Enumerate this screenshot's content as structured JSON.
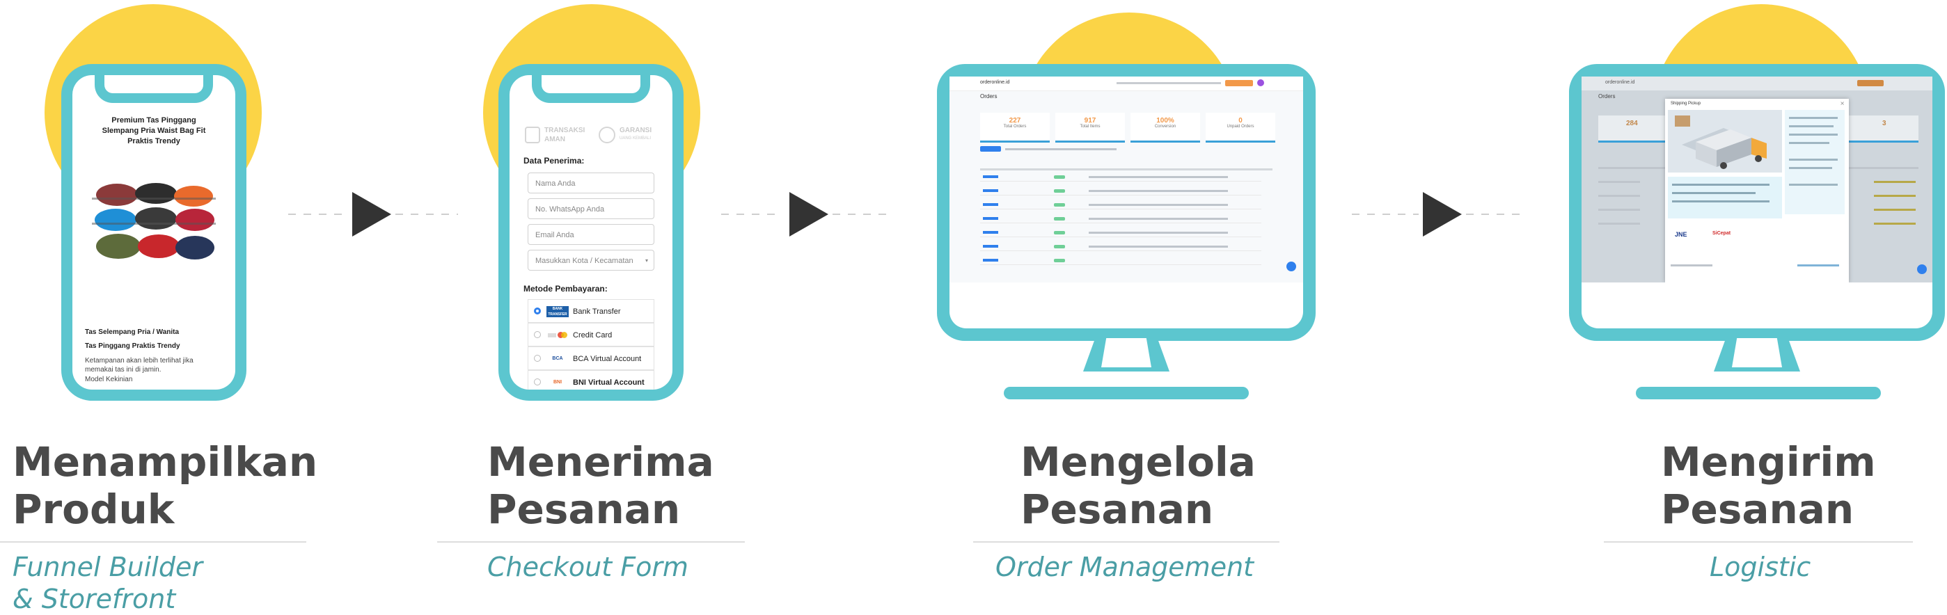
{
  "steps": [
    {
      "title_line1": "Menampilkan",
      "title_line2": "Produk",
      "subtitle_line1": "Funnel Builder",
      "subtitle_line2": "& Storefront",
      "screen": {
        "product_title": "Premium Tas Pinggang Slempang Pria Waist Bag Fit Praktis Trendy",
        "line1": "Tas Selempang Pria / Wanita",
        "line2": "Tas Pinggang Praktis Trendy",
        "desc": "Ketampanan akan lebih terlihat jika memakai tas ini di jamin.",
        "desc2": "Model Kekinian"
      }
    },
    {
      "title_line1": "Menerima",
      "title_line2": "Pesanan",
      "subtitle_line1": "Checkout Form",
      "screen": {
        "badge1_top": "TRANSAKSI",
        "badge1_bottom": "AMAN",
        "badge2_top": "GARANSI",
        "badge2_bottom": "UANG KEMBALI",
        "section1": "Data Penerima:",
        "fields": [
          "Nama Anda",
          "No. WhatsApp Anda",
          "Email Anda",
          "Masukkan Kota / Kecamatan"
        ],
        "section2": "Metode Pembayaran:",
        "payments": [
          "Bank Transfer",
          "Credit Card",
          "BCA Virtual Account",
          "BNI Virtual Account"
        ],
        "bank_logo": "BANK TRANSFER",
        "bca_logo": "BCA",
        "bni_logo": "BNI"
      }
    },
    {
      "title_line1": "Mengelola",
      "title_line2": "Pesanan",
      "subtitle_line1": "Order Management",
      "screen": {
        "brand": "orderonline.id",
        "page": "Orders",
        "stats": [
          {
            "value": "227",
            "label": "Total Orders"
          },
          {
            "value": "917",
            "label": "Total Items"
          },
          {
            "value": "100%",
            "label": "Conversion"
          },
          {
            "value": "0",
            "label": "Unpaid Orders"
          }
        ]
      }
    },
    {
      "title_line1": "Mengirim",
      "title_line2": "Pesanan",
      "subtitle_line1": "Logistic",
      "screen": {
        "brand": "orderonline.id",
        "page": "Orders",
        "modal_title": "Shipping Pickup",
        "stat_value": "284",
        "stat_value2": "3",
        "courier1": "JNE",
        "courier2": "SiCepat"
      }
    }
  ],
  "colors": {
    "accent": "#5cc6cf",
    "sun": "#fbd446",
    "title": "#4a4a4a",
    "subtitle": "#4a9ea5"
  }
}
